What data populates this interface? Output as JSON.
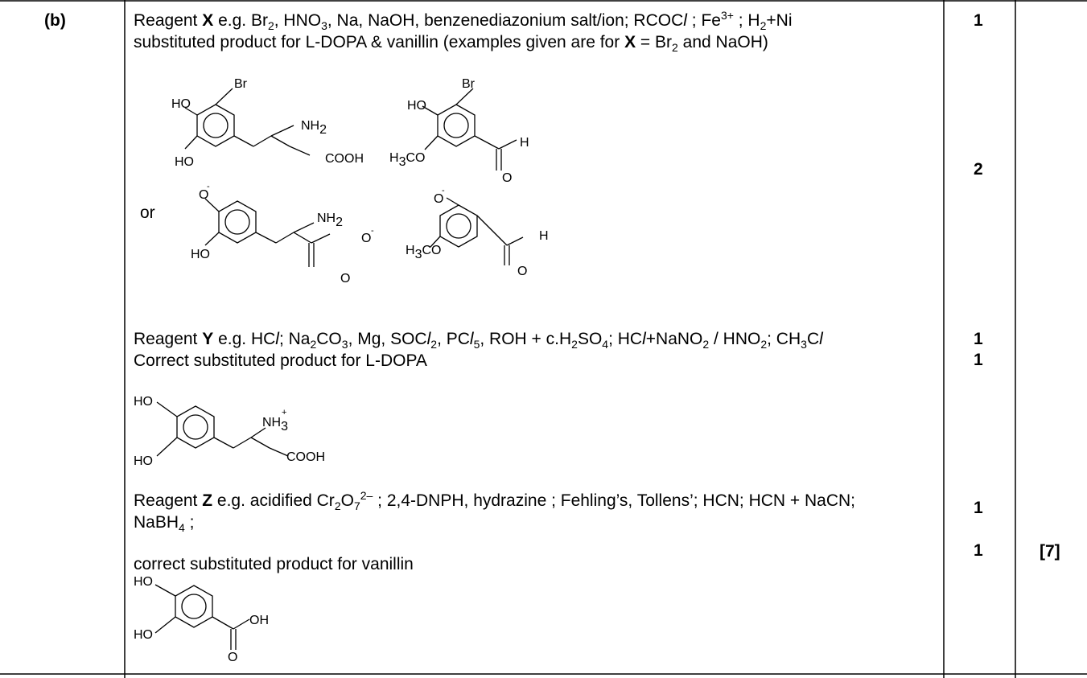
{
  "part_label": "(b)",
  "x": {
    "line1_a": "Reagent ",
    "name": "X",
    "line1_b": " e.g. Br",
    "line1_c": ", HNO",
    "line1_d": ", Na, NaOH,  benzenediazonium salt/ion; RCOC",
    "line1_e": " ; Fe",
    "line1_f": " ; H",
    "line1_g": "+Ni",
    "sub2": "2",
    "sub3": "3",
    "l": "l",
    "sup3": "3+",
    "line2_a": "substituted product for L-DOPA & vanillin (examples given are for ",
    "line2_b": " = Br",
    "line2_c": " and NaOH)",
    "or_label": "or",
    "mark1": "1",
    "mark2": "2"
  },
  "y": {
    "a": "Reagent ",
    "name": "Y",
    "b": " e.g. HC",
    "c": "; Na",
    "d": "CO",
    "e": ", Mg, SOC",
    "f": ", PC",
    "g": ", ROH + c.H",
    "h": "SO",
    "i": "; HC",
    "j": "+NaNO",
    "k": " / HNO",
    "m": "; CH",
    "n": "C",
    "sub4": "4",
    "sub5": "5",
    "line2": "Correct substituted product for L-DOPA",
    "mark1": "1",
    "mark2": "1"
  },
  "z": {
    "a": "Reagent ",
    "name": "Z",
    "b": " e.g. acidified Cr",
    "sub7": "7",
    "sup": "2–",
    "c": " ; 2,4-DNPH, hydrazine ; Fehling’s, Tollens’; HCN; HCN + NaCN;",
    "line2": "NaBH",
    "line2_end": " ;",
    "line3": "correct substituted product for vanillin",
    "mark1": "1",
    "mark2": "1"
  },
  "total": "[7]",
  "chem": {
    "ho": "HO",
    "br": "Br",
    "nh2": "NH",
    "nh3": "NH",
    "plus": "+",
    "cooh": "COOH",
    "h3co_a": "H",
    "h3co_b": "CO",
    "h": "H",
    "o": "O",
    "ominus": "-",
    "oh": "OH"
  }
}
